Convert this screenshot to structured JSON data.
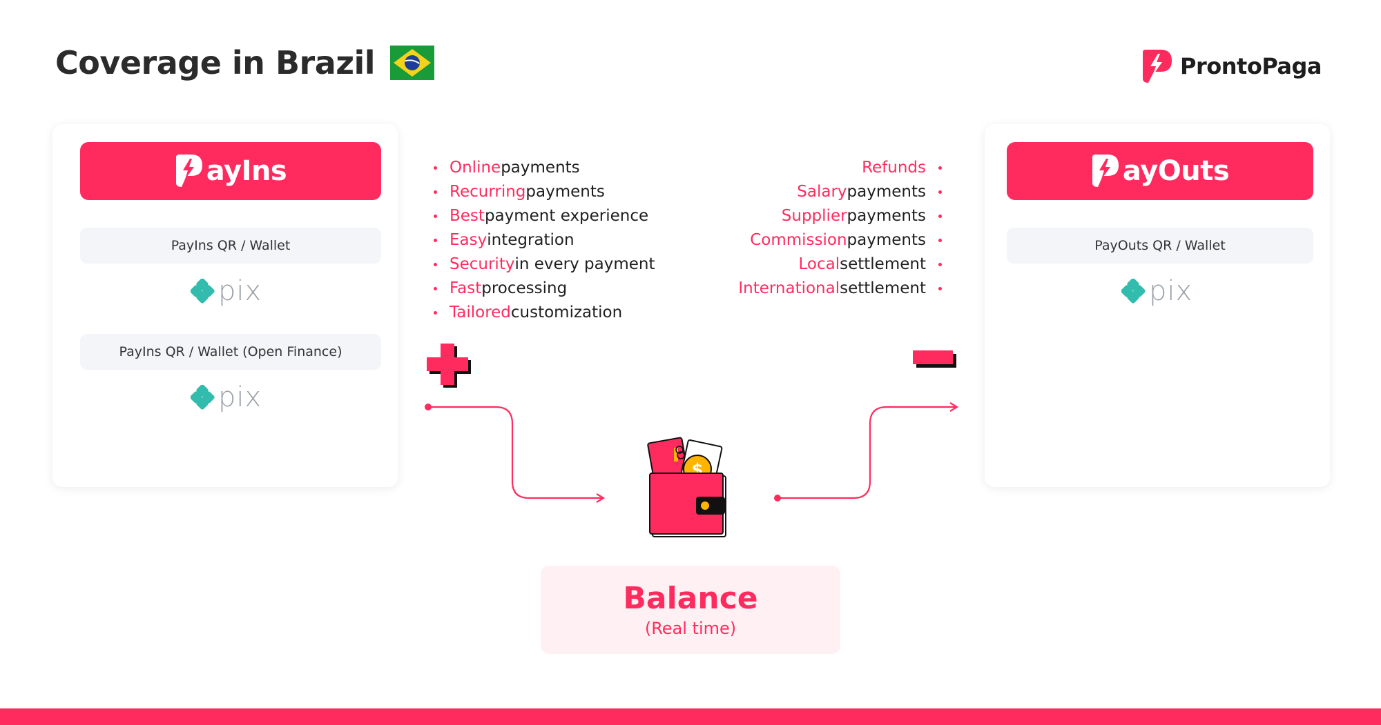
{
  "header": {
    "title": "Coverage in Brazil",
    "flag_icon": "brazil-flag-icon",
    "brand_name": "ProntoPaga",
    "brand_color": "#ff2b5e"
  },
  "payins": {
    "banner_label": "ayIns",
    "methods": [
      {
        "label": "PayIns QR / Wallet",
        "logo": "pix"
      },
      {
        "label": "PayIns QR / Wallet (Open Finance)",
        "logo": "pix"
      }
    ]
  },
  "payouts": {
    "banner_label": "ayOuts",
    "methods": [
      {
        "label": "PayOuts QR / Wallet",
        "logo": "pix"
      }
    ]
  },
  "pix_word": "pix",
  "payin_benefits": [
    {
      "highlight": "Online",
      "rest": " payments"
    },
    {
      "highlight": "Recurring",
      "rest": " payments"
    },
    {
      "highlight": "Best",
      "rest": " payment experience"
    },
    {
      "highlight": "Easy",
      "rest": " integration"
    },
    {
      "highlight": "Security",
      "rest": " in every payment"
    },
    {
      "highlight": "Fast",
      "rest": " processing"
    },
    {
      "highlight": "Tailored",
      "rest": " customization"
    }
  ],
  "payout_benefits": [
    {
      "highlight": "Refunds",
      "rest": ""
    },
    {
      "highlight": "Salary",
      "rest": " payments"
    },
    {
      "highlight": "Supplier",
      "rest": " payments"
    },
    {
      "highlight": "Commission",
      "rest": " payments"
    },
    {
      "highlight": "Local",
      "rest": " settlement"
    },
    {
      "highlight": "International",
      "rest": " settlement"
    }
  ],
  "balance": {
    "title": "Balance",
    "subtitle": "(Real time)"
  },
  "icons": {
    "plus": "plus-icon",
    "minus": "minus-icon",
    "wallet": "wallet-icon"
  }
}
